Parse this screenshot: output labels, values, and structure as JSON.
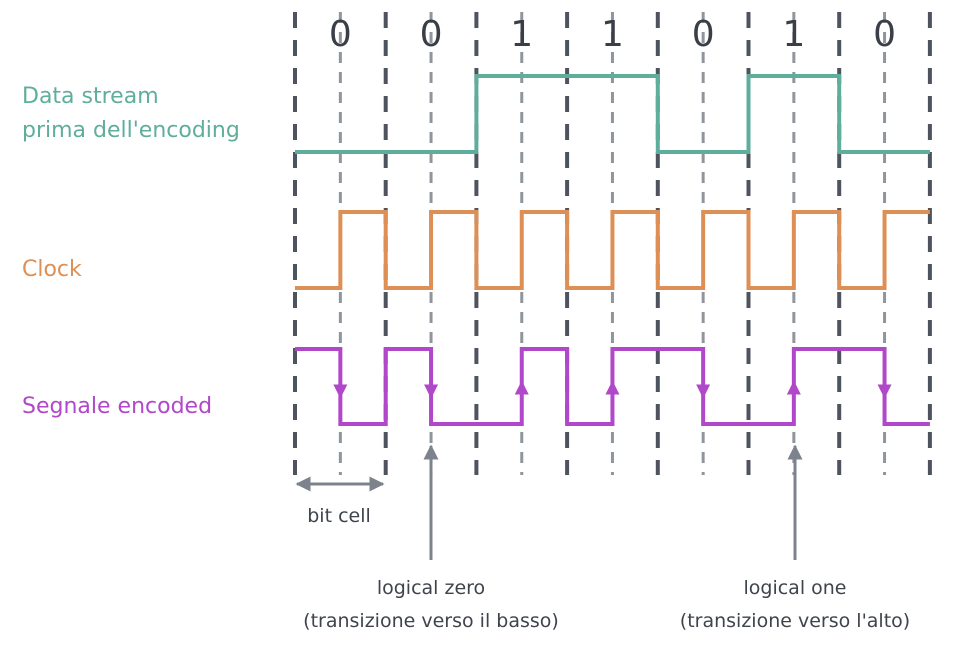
{
  "colors": {
    "data_stream": "#5fae9c",
    "clock": "#dd8f55",
    "encoded": "#b147c9",
    "guides": "#4d545d",
    "annotation": "#7c838c"
  },
  "bits": [
    "0",
    "0",
    "1",
    "1",
    "0",
    "1",
    "0"
  ],
  "labels": {
    "data_stream_line1": "Data stream",
    "data_stream_line2": "prima dell'encoding",
    "clock": "Clock",
    "encoded": "Segnale encoded"
  },
  "annotations": {
    "bit_cell": "bit cell",
    "logical_zero_line1": "logical zero",
    "logical_zero_line2": "(transizione verso il basso)",
    "logical_one_line1": "logical one",
    "logical_one_line2": "(transizione verso l'alto)"
  }
}
